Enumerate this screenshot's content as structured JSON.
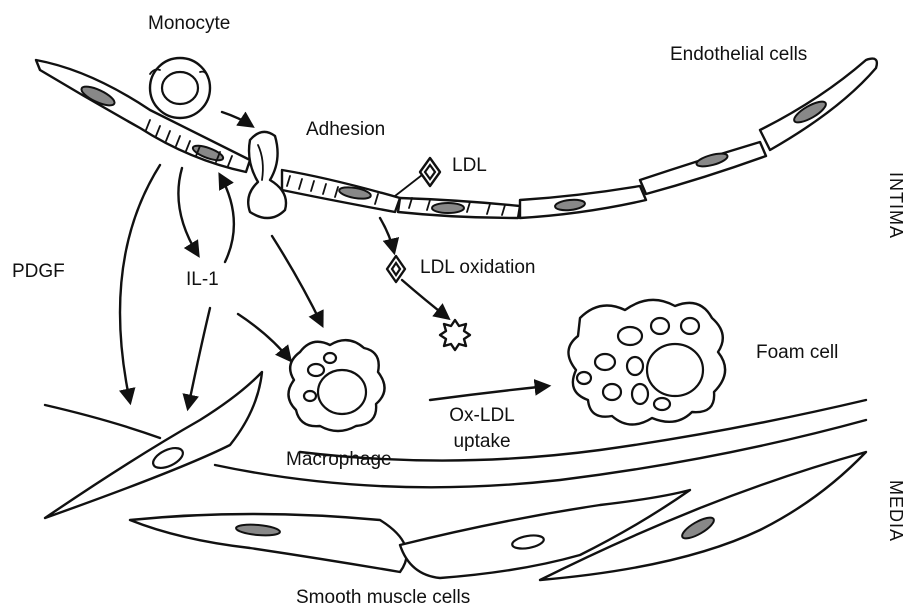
{
  "labels": {
    "monocyte": "Monocyte",
    "endothelial_cells": "Endothelial cells",
    "adhesion": "Adhesion",
    "ldl": "LDL",
    "ldl_oxidation": "LDL oxidation",
    "pdgf": "PDGF",
    "il1": "IL-1",
    "foam_cell": "Foam cell",
    "oxldl_line1": "Ox-LDL",
    "oxldl_line2": "uptake",
    "macrophage": "Macrophage",
    "smooth_muscle_cells": "Smooth muscle cells",
    "intima": "INTIMA",
    "media": "MEDIA"
  }
}
